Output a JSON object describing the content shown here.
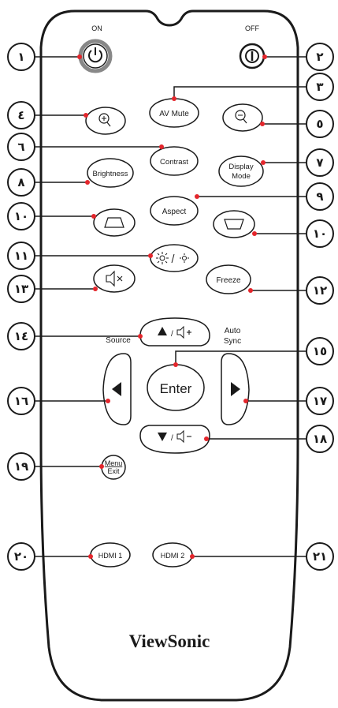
{
  "remote": {
    "brand": "ViewSonic",
    "labels": {
      "on": "ON",
      "off": "OFF",
      "av_mute": "AV Mute",
      "contrast": "Contrast",
      "brightness": "Brightness",
      "display_mode_line1": "Display",
      "display_mode_line2": "Mode",
      "aspect": "Aspect",
      "freeze": "Freeze",
      "source": "Source",
      "auto_sync_line1": "Auto",
      "auto_sync_line2": "Sync",
      "enter": "Enter",
      "menu": "Menu",
      "exit": "Exit",
      "hdmi1": "HDMI 1",
      "hdmi2": "HDMI 2"
    }
  },
  "callouts": [
    "١",
    "٢",
    "٣",
    "٤",
    "٥",
    "٦",
    "٧",
    "٨",
    "٩",
    "١٠",
    "١٠",
    "١١",
    "١٢",
    "١٣",
    "١٤",
    "١٥",
    "١٦",
    "١٧",
    "١٨",
    "١٩",
    "٢٠",
    "٢١"
  ],
  "colors": {
    "outline": "#1a1a1a",
    "callout_dot": "#e4262c",
    "background": "#ffffff",
    "power_ring": "#888888"
  },
  "icons": {
    "power_on": "power-icon",
    "power_off": "power-off-icon",
    "zoom_in": "magnify-plus-icon",
    "zoom_out": "magnify-minus-icon",
    "keystone_up": "trapezoid-up-icon",
    "keystone_down": "trapezoid-down-icon",
    "light": "brightness-sun-icon",
    "mute": "speaker-mute-icon",
    "up_vol": "arrow-up-volume-plus-icon",
    "down_vol": "arrow-down-volume-minus-icon",
    "left": "arrow-left-icon",
    "right": "arrow-right-icon"
  }
}
